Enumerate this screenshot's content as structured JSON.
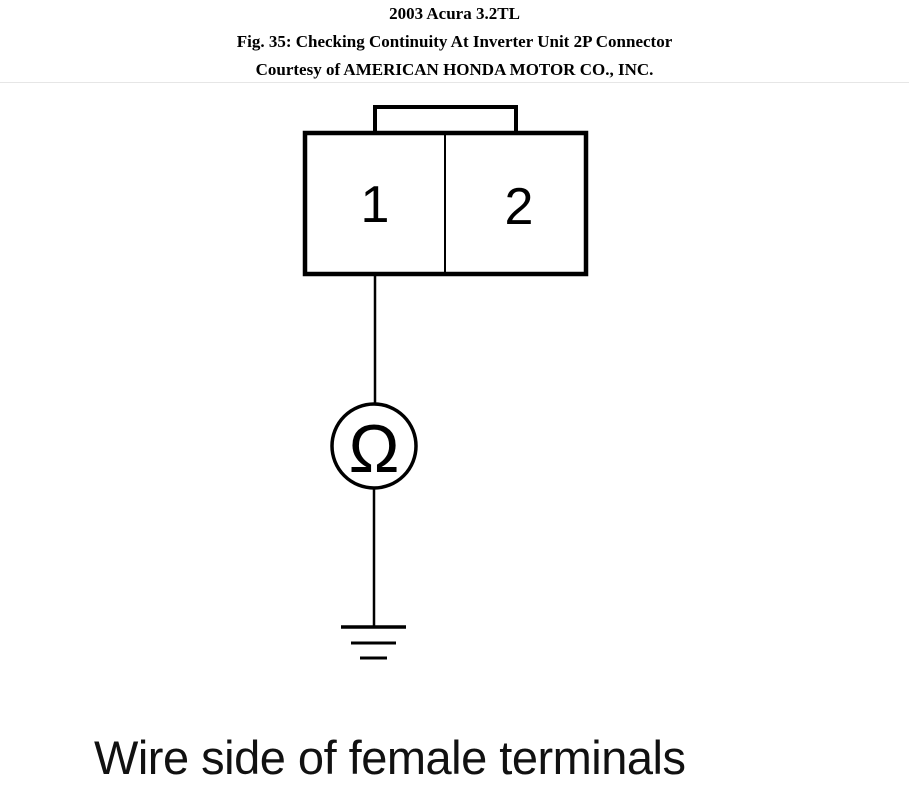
{
  "header": {
    "vehicle": "2003 Acura 3.2TL",
    "figure_title": "Fig. 35: Checking Continuity At Inverter Unit 2P Connector",
    "courtesy": "Courtesy of AMERICAN HONDA MOTOR CO., INC."
  },
  "connector": {
    "terminal_1": "1",
    "terminal_2": "2"
  },
  "meter": {
    "symbol": "Ω"
  },
  "caption": "Wire side of female terminals"
}
